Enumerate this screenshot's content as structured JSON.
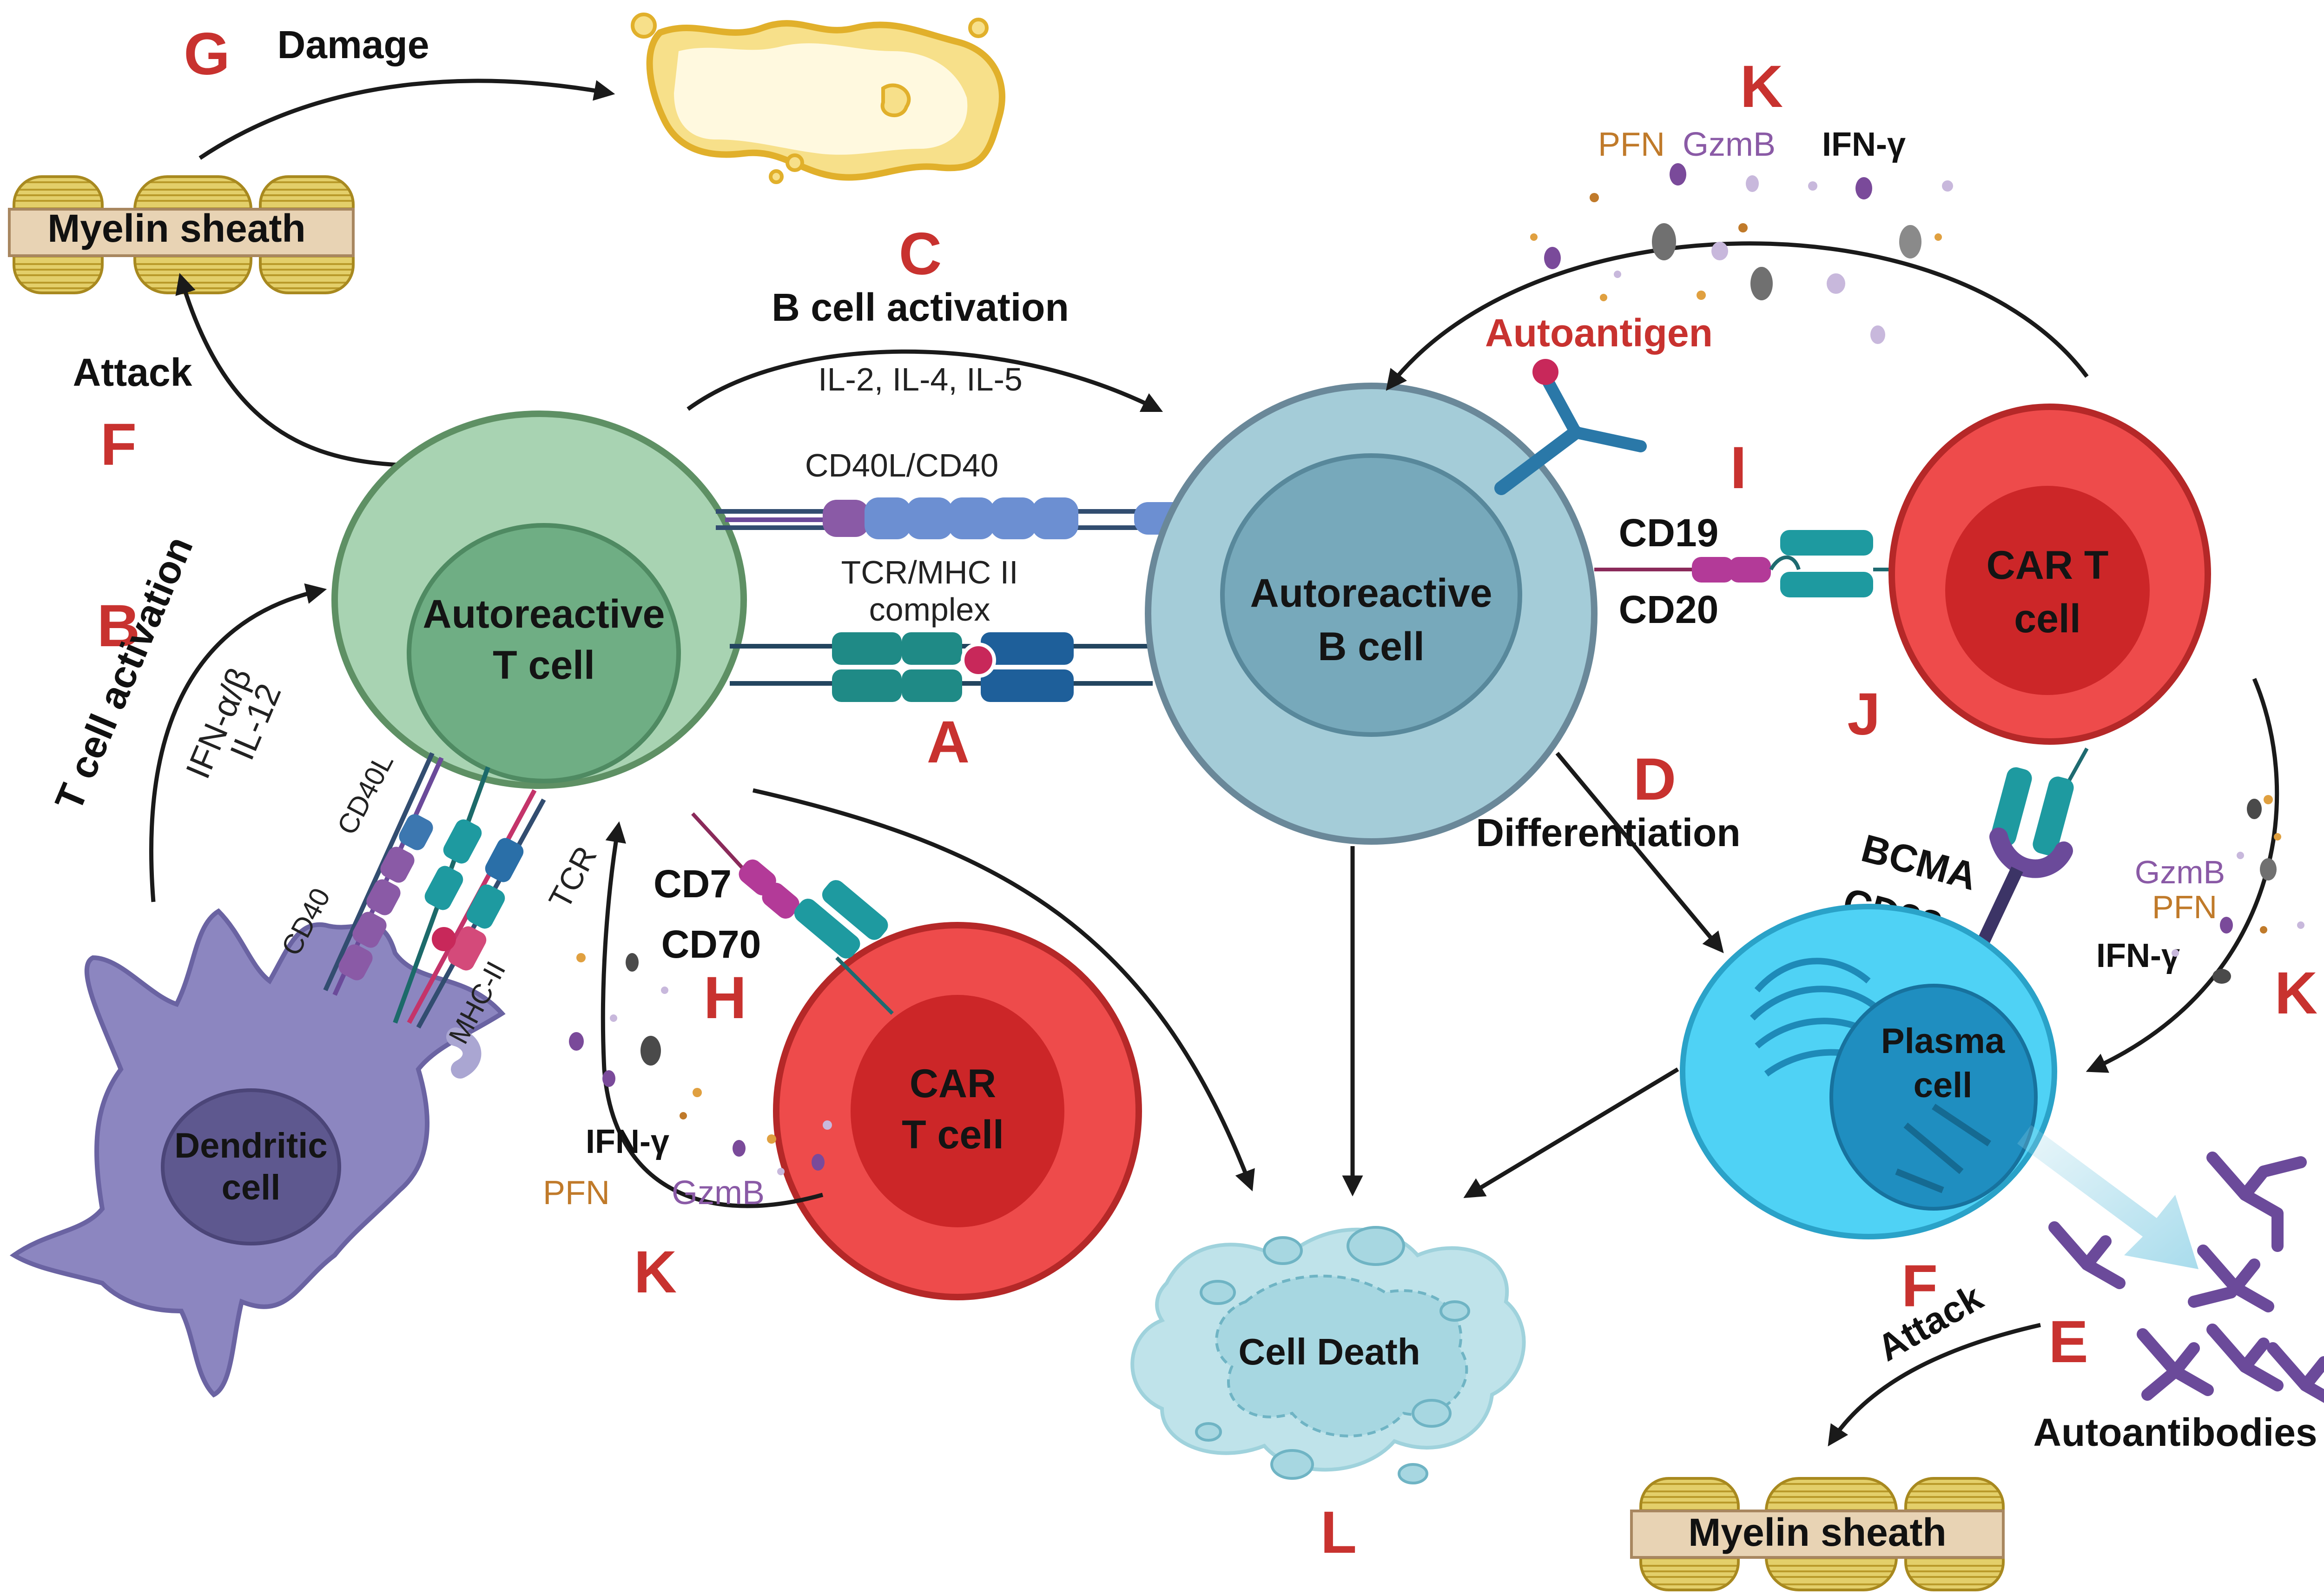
{
  "letters": {
    "a": "A",
    "b": "B",
    "c": "C",
    "d": "D",
    "e": "E",
    "f_top": "F",
    "f_bottom": "F",
    "g": "G",
    "h": "H",
    "i": "I",
    "j": "J",
    "k_top": "K",
    "k_right": "K",
    "k_left": "K",
    "l": "L"
  },
  "labels": {
    "damage": "Damage",
    "myelin_top": "Myelin sheath",
    "myelin_bottom": "Myelin sheath",
    "attack_top": "Attack",
    "attack_bottom": "Attack",
    "t_cell_activation": "T cell activation",
    "ifn_ab": "IFN-α/β",
    "il12": "IL-12",
    "b_cell_activation": "B cell activation",
    "interleukins": "IL-2, IL-4, IL-5",
    "cd40l_cd40": "CD40L/CD40",
    "tcr_mhc_1": "TCR/MHC II",
    "tcr_mhc_2": "complex",
    "autoantigen": "Autoantigen",
    "cd19": "CD19",
    "cd20": "CD20",
    "bcma": "BCMA",
    "cd38": "CD38",
    "cd7": "CD7",
    "cd70": "CD70",
    "differentiation": "Differentiation",
    "autoantibodies": "Autoantibodies",
    "cd40": "CD40",
    "cd40l": "CD40L",
    "mhc2": "MHC-II",
    "tcr": "TCR",
    "pfn_top": "PFN",
    "gzmb_top": "GzmB",
    "ifng_top": "IFN-γ",
    "gzmb_right": "GzmB",
    "pfn_right": "PFN",
    "ifng_right": "IFN-γ",
    "ifng_left": "IFN-γ",
    "pfn_left": "PFN",
    "gzmb_left": "GzmB"
  },
  "cells": {
    "autoreactive_t_1": "Autoreactive",
    "autoreactive_t_2": "T cell",
    "autoreactive_b_1": "Autoreactive",
    "autoreactive_b_2": "B cell",
    "car_t_right_1": "CAR T",
    "car_t_right_2": "cell",
    "car_t_left_1": "CAR",
    "car_t_left_2": "T cell",
    "plasma_1": "Plasma",
    "plasma_2": "cell",
    "dendritic_1": "Dendritic",
    "dendritic_2": "cell",
    "cell_death": "Cell Death"
  },
  "colors": {
    "panel_letter": "#c8322f",
    "t_cell": "#a8d3b2",
    "t_cell_nucleus": "#6fae84",
    "b_cell": "#a4ccd8",
    "b_cell_nucleus": "#77a9bb",
    "car_t": "#ee4b4b",
    "car_t_nucleus": "#cc2628",
    "plasma": "#4fd2f5",
    "dendritic": "#8c86c0",
    "myelin": "#e3cf6a",
    "pfn": "#c07a2a",
    "gzmb": "#8a5aa6"
  },
  "icons": [
    "myelin-sheath-icon",
    "damaged-myelin-icon",
    "antibody-icon",
    "receptor-icon",
    "car-receptor-icon",
    "cytokine-dot-icon",
    "dead-cell-icon"
  ]
}
